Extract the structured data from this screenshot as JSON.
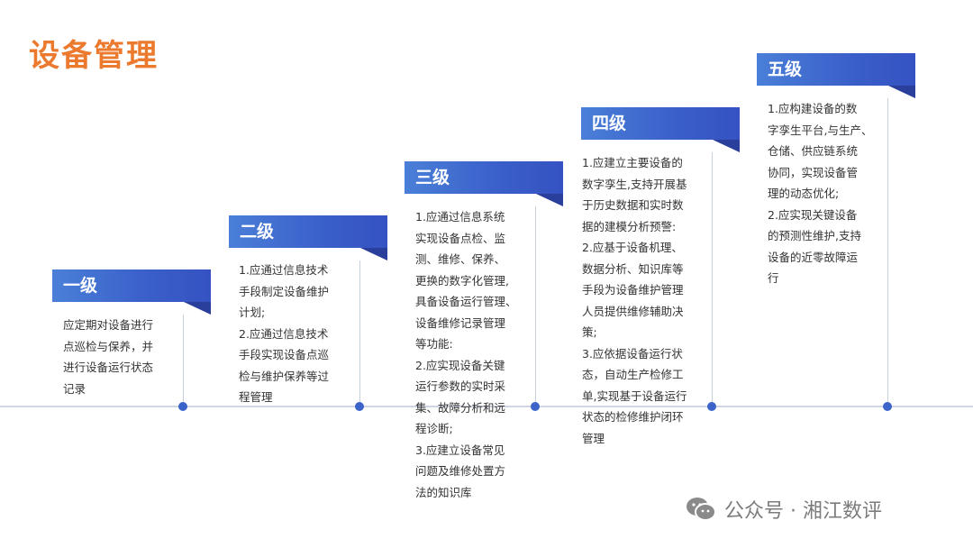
{
  "page": {
    "title": "设备管理"
  },
  "levels": [
    {
      "name": "一级",
      "text": "应定期对设备进行\n点巡检与保养，并\n进行设备运行状态\n记录"
    },
    {
      "name": "二级",
      "text": "1.应通过信息技术\n手段制定设备维护\n计划;\n2.应通过信息技术\n手段实现设备点巡\n检与维护保养等过\n程管理"
    },
    {
      "name": "三级",
      "text": "1.应通过信息系统\n实现设备点检、监\n测、维修、保养、\n更换的数字化管理,\n具备设备运行管理、\n设备维修记录管理\n等功能:\n2.应实现设备关键\n运行参数的实时采\n集、故障分析和远\n程诊断;\n3.应建立设备常见\n问题及维修处置方\n法的知识库"
    },
    {
      "name": "四级",
      "text": "1.应建立主要设备的\n数字孪生,支持开展基\n于历史数据和实时数\n据的建模分析预警:\n2.应基于设备机理、\n数据分析、知识库等\n手段为设备维护管理\n人员提供维修辅助决\n策;\n3.应依据设备运行状\n态，自动生产检修工\n单,实现基于设备运行\n状态的检修维护闭环\n管理"
    },
    {
      "name": "五级",
      "text": "1.应构建设备的数\n字孪生平台,与生产、\n仓储、供应链系统\n协同，实现设备管\n理的动态优化;\n2.应实现关键设备\n的预测性维护,支持\n设备的近零故障运\n行"
    }
  ],
  "watermark": {
    "text": "公众号 · 湘江数评",
    "icon": "wechat-icon"
  },
  "colors": {
    "title": "#ec7a2e",
    "banner": "#3a5fc9",
    "fold": "#2a3f9b",
    "dot": "#3b63c9"
  }
}
